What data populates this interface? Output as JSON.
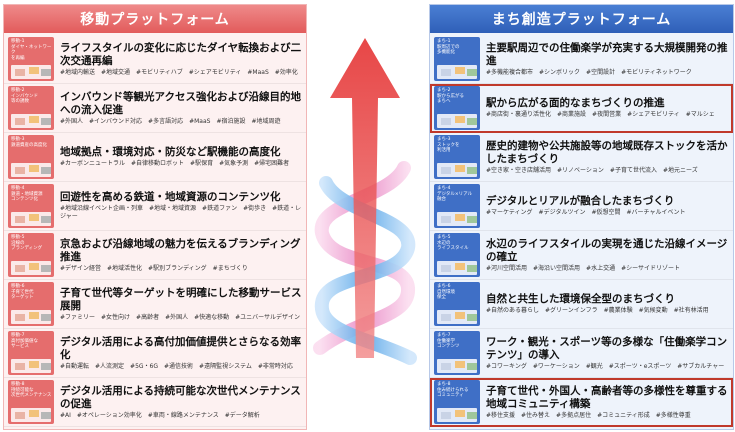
{
  "left_panel": {
    "header": "移動プラットフォーム",
    "rows": [
      {
        "tile": "移動-1\nダイヤ・ネットワーク\nを再編",
        "title": "ライフスタイルの変化に応じたダイヤ転換および二次交通再編",
        "tags": "#地域内輸送　#地域交通　#モビリティハブ　#シェアモビリティ　#MaaS　#効率化"
      },
      {
        "tile": "移動-2\nインバウンド\n等の誘致",
        "title": "インバウンド等観光アクセス強化および沿線目的地への流入促進",
        "tags": "#外国人　#インバウンド対応　#多言語対応　#MaaS　#宿泊施設　#地域周遊"
      },
      {
        "tile": "移動-3\n鉄道資産の高度化",
        "title": "地域拠点・環境対応・防災など駅機能の高度化",
        "tags": "#カーボンニュートラル　#自律移動ロボット　#駅保育　#気象予測　#帰宅困難者"
      },
      {
        "tile": "移動-4\n鉄道・地域資源\nコンテンツ化",
        "title": "回遊性を高める鉄道・地域資源のコンテンツ化",
        "tags": "#地域沿線イベント企画・列車　#地域・地域資源　#鉄道ファン　#街歩き　#鉄道・レジャー"
      },
      {
        "tile": "移動-5\n沿線の\nブランディング",
        "title": "京急および沿線地域の魅力を伝えるブランディング推進",
        "tags": "#デザイン経営　#地域活性化　#駅別ブランディング　#まちづくり"
      },
      {
        "tile": "移動-6\n子育て世代\nターゲット",
        "title": "子育て世代等ターゲットを明確にした移動サービス展開",
        "tags": "#ファミリー　#女性向け　#高齢者　#外国人　#快適な移動　#ユニバーサルデザイン"
      },
      {
        "tile": "移動-7\n高付加価値な\nサービス",
        "title": "デジタル活用による高付加価値提供とさらなる効率化",
        "tags": "#自動運転　#人流測定　#5G・6G　#通信技術　#遠隔監視システム　#非常時対応"
      },
      {
        "tile": "移動-8\n持続可能な\n次世代メンテナンス",
        "title": "デジタル活用による持続可能な次世代メンテナンスの促進",
        "tags": "#AI　#オペレーション効率化　#車両・線路メンテナンス　#データ解析"
      }
    ]
  },
  "right_panel": {
    "header": "まち創造プラットフォーム",
    "rows": [
      {
        "tile": "まち-1\n駅周辺での\n多機能化",
        "title": "主要駅周辺での住働楽学が充実する大規模開発の推進",
        "tags": "#多機能複合都市　#シンボリック　#空間設計　#モビリティネットワーク"
      },
      {
        "tile": "まち-2\n駅から広がる\nまちへ",
        "title": "駅から広がる面的なまちづくりの推進",
        "tags": "#商店街・裏通り活性化　#商業施設　#夜間営業　#シェアモビリティ　#マルシェ",
        "highlight": true
      },
      {
        "tile": "まち-3\nストックを\n利活用",
        "title": "歴史的建物や公共施設等の地域既存ストックを活かしたまちづくり",
        "tags": "#空き家・空き店舗活用　#リノベーション　#子育て世代流入　#地元ニーズ"
      },
      {
        "tile": "まち-4\nデジタル×リアル\n融合",
        "title": "デジタルとリアルが融合したまちづくり",
        "tags": "#マーケティング　#デジタルツイン　#仮想空間　#バーチャルイベント"
      },
      {
        "tile": "まち-5\n水辺の\nライフスタイル",
        "title": "水辺のライフスタイルの実現を通じた沿線イメージの確立",
        "tags": "#河川空間活用　#海沿い空間活用　#水上交通　#シーサイドリゾート"
      },
      {
        "tile": "まち-6\n自然環境\n保全",
        "title": "自然と共生した環境保全型のまちづくり",
        "tags": "#自然のある暮らし　#グリーンインフラ　#農業体験　#気候変動　#社有林活用"
      },
      {
        "tile": "まち-7\n住働楽学\nコンテンツ",
        "title": "ワーク・観光・スポーツ等の多様な「住働楽学コンテンツ」の導入",
        "tags": "#コワーキング　#ワーケーション　#観光　#スポーツ・eスポーツ　#サブカルチャー"
      },
      {
        "tile": "まち-8\n住み続けられる\nコミュニティ",
        "title": "子育て世代・外国人・高齢者等の多様性を尊重する地域コミュニティ構築",
        "tags": "#移住支援　#住み替え　#多拠点居住　#コミュニティ形成　#多様性尊重",
        "highlight": true
      }
    ]
  },
  "colors": {
    "left_accent": "#e25b5b",
    "right_accent": "#2f5fb8",
    "arrow": "#e32626",
    "swirl_blue": "#5aa7e8",
    "swirl_pink": "#e98bc6",
    "highlight": "#c0392b"
  }
}
